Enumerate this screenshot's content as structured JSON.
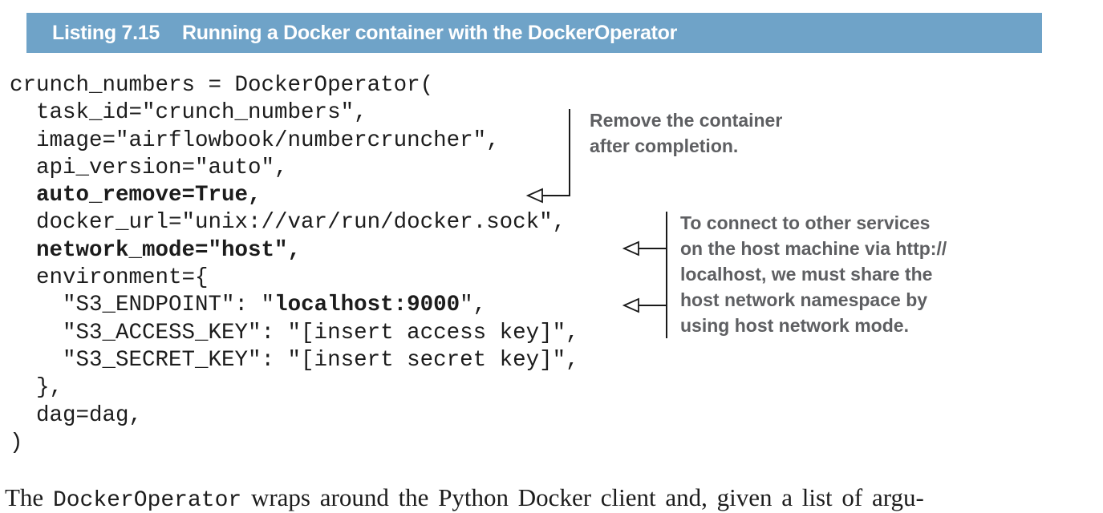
{
  "listing": {
    "label": "Listing 7.15",
    "title": "Running a Docker container with the DockerOperator"
  },
  "code": {
    "lines": [
      [
        {
          "t": "crunch_numbers = DockerOperator(",
          "b": 0
        }
      ],
      [
        {
          "t": "  task_id=\"crunch_numbers\",",
          "b": 0
        }
      ],
      [
        {
          "t": "  image=\"airflowbook/numbercruncher\",",
          "b": 0
        }
      ],
      [
        {
          "t": "  api_version=\"auto\",",
          "b": 0
        }
      ],
      [
        {
          "t": "  auto_remove=True,",
          "b": 1
        }
      ],
      [
        {
          "t": "  docker_url=\"unix://var/run/docker.sock\",",
          "b": 0
        }
      ],
      [
        {
          "t": "  network_mode=\"host\",",
          "b": 1
        }
      ],
      [
        {
          "t": "  environment={",
          "b": 0
        }
      ],
      [
        {
          "t": "    \"S3_ENDPOINT\": \"",
          "b": 0
        },
        {
          "t": "localhost:9000",
          "b": 1
        },
        {
          "t": "\",",
          "b": 0
        }
      ],
      [
        {
          "t": "    \"S3_ACCESS_KEY\": \"[insert access key]\",",
          "b": 0
        }
      ],
      [
        {
          "t": "    \"S3_SECRET_KEY\": \"[insert secret key]\",",
          "b": 0
        }
      ],
      [
        {
          "t": "  },",
          "b": 0
        }
      ],
      [
        {
          "t": "  dag=dag,",
          "b": 0
        }
      ],
      [
        {
          "t": ")",
          "b": 0
        }
      ]
    ]
  },
  "annotations": [
    {
      "lines": [
        "Remove the container",
        "after completion."
      ]
    },
    {
      "lines": [
        "To connect to other services",
        "on the host machine via http://",
        "localhost, we must share the",
        "host network namespace by",
        "using host network mode."
      ]
    }
  ],
  "body_text": {
    "prefix": "The ",
    "code": "DockerOperator",
    "suffix": " wraps around the Python Docker client and, given a list of argu-"
  },
  "colors": {
    "listing_bar": "#6FA3C8",
    "listing_text": "#FFFFFF",
    "code_text": "#1C1C1C",
    "annotation_text": "#5E5F62",
    "arrow": "#1A1A1A"
  }
}
